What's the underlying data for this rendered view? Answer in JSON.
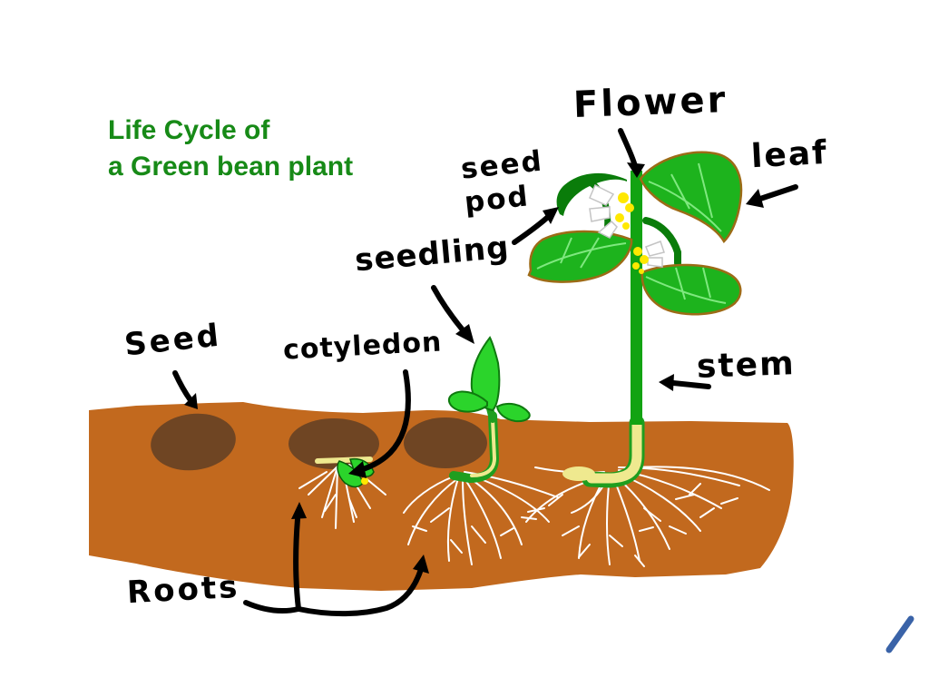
{
  "title": {
    "line1": "Life Cycle of",
    "line2": "a Green bean plant",
    "color": "#178a17"
  },
  "labels": {
    "flower": "Flower",
    "leaf": "leaf",
    "seed_pod_line1": "seed",
    "seed_pod_line2": "pod",
    "seedling": "seedling",
    "cotyledon": "cotyledon",
    "seed": "Seed",
    "stem": "stem",
    "roots": "Roots"
  },
  "colors": {
    "background": "#ffffff",
    "soil": "#c2691e",
    "seed_brown": "#6f4523",
    "stem_green": "#12a312",
    "leaf_green": "#1db31d",
    "seedling_green": "#2bd42b",
    "pod_dark_green": "#0a7c0a",
    "leaf_outline_brown": "#9c6b16",
    "leaf_vein_green": "#7fe87f",
    "underground_stem_yellow": "#efe98f",
    "flower_yellow": "#ffe800",
    "flower_petal_white": "#ffffff",
    "petal_outline_gray": "#c4c4c4",
    "root_white": "#ffffff",
    "ink_black": "#000000",
    "pen_mark_blue": "#3a63a8"
  }
}
